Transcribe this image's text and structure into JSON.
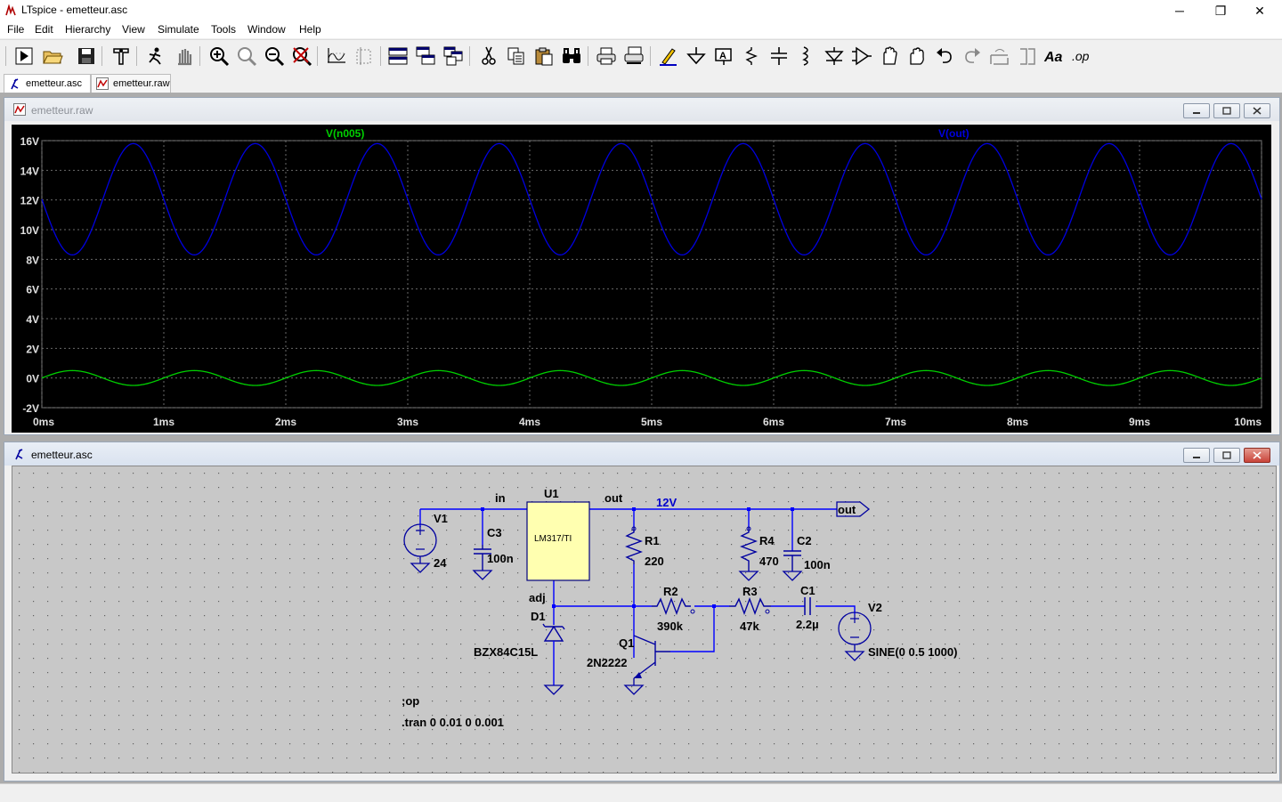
{
  "window": {
    "title": "LTspice - emetteur.asc",
    "min_glyph": "─",
    "max_glyph": "❐",
    "close_glyph": "✕"
  },
  "menu": [
    "File",
    "Edit",
    "Hierarchy",
    "View",
    "Simulate",
    "Tools",
    "Window",
    "Help"
  ],
  "toolbar": {
    "groups": [
      [
        "run-icon",
        "open-icon",
        "save-icon"
      ],
      [
        "control-panel-icon"
      ],
      [
        "halt-icon",
        "pan-icon"
      ],
      [
        "zoom-in-icon",
        "zoom-full-icon",
        "zoom-out-icon",
        "zoom-cancel-icon"
      ],
      [
        "autorange-icon",
        "mark-unref-icon"
      ],
      [
        "tile-horizontal-icon",
        "cascade-icon",
        "tile-vertical-icon"
      ],
      [
        "cut-icon",
        "copy-icon",
        "paste-icon",
        "find-icon"
      ],
      [
        "print-icon",
        "print-setup-icon"
      ],
      [
        "draw-wire-icon",
        "ground-icon",
        "label-net-icon",
        "resistor-icon",
        "capacitor-icon",
        "inductor-icon",
        "diode-icon",
        "component-icon",
        "move-icon",
        "drag-icon",
        "undo-icon",
        "redo-icon",
        "rotate-icon",
        "mirror-icon",
        "text-icon"
      ]
    ],
    "op_label": ".op",
    "text_label": "Aa"
  },
  "tabs": [
    {
      "label": "emetteur.asc",
      "icon": "schematic-icon",
      "active": true
    },
    {
      "label": "emetteur.raw",
      "icon": "waveform-icon",
      "active": false
    }
  ],
  "waveform_window": {
    "title": "emetteur.raw"
  },
  "schematic_window": {
    "title": "emetteur.asc"
  },
  "chart_data": {
    "type": "line",
    "x": {
      "min": 0,
      "max": 10,
      "unit": "ms",
      "ticks": [
        "0ms",
        "1ms",
        "2ms",
        "3ms",
        "4ms",
        "5ms",
        "6ms",
        "7ms",
        "8ms",
        "9ms",
        "10ms"
      ]
    },
    "y": {
      "min": -2,
      "max": 16,
      "unit": "V",
      "ticks": [
        "16V",
        "14V",
        "12V",
        "10V",
        "8V",
        "6V",
        "4V",
        "2V",
        "0V",
        "-2V"
      ]
    },
    "grid": true,
    "series": [
      {
        "name": "V(n005)",
        "color": "#00d000",
        "offset": 0,
        "amplitude": 0.5,
        "frequency_hz": 1000,
        "phase_deg": 0,
        "label_pos": "top-left"
      },
      {
        "name": "V(out)",
        "color": "#0000e0",
        "offset": 12.05,
        "amplitude": 3.75,
        "frequency_hz": 1000,
        "phase_deg": 180,
        "label_pos": "top-right"
      }
    ]
  },
  "schematic": {
    "colors": {
      "wire": "#0000ff",
      "symbol": "#0000a0",
      "body": "#ffffb0",
      "text": "#000000",
      "netlabel": "#0000cc"
    },
    "components": [
      {
        "ref": "U1",
        "value": "LM317/TI"
      },
      {
        "ref": "V1",
        "value": "24"
      },
      {
        "ref": "C3",
        "value": "100n"
      },
      {
        "ref": "R1",
        "value": "220"
      },
      {
        "ref": "R4",
        "value": "470"
      },
      {
        "ref": "C2",
        "value": "100n"
      },
      {
        "ref": "R2",
        "value": "390k"
      },
      {
        "ref": "R3",
        "value": "47k"
      },
      {
        "ref": "C1",
        "value": "2.2µ"
      },
      {
        "ref": "V2",
        "value": "SINE(0 0.5 1000)"
      },
      {
        "ref": "D1",
        "value": "BZX84C15L"
      },
      {
        "ref": "Q1",
        "value": "2N2222"
      }
    ],
    "pins": {
      "in": "in",
      "out": "out",
      "adj": "adj"
    },
    "net_label": "12V",
    "port_label": "out",
    "directives": [
      ";op",
      ".tran 0 0.01 0 0.001"
    ]
  }
}
